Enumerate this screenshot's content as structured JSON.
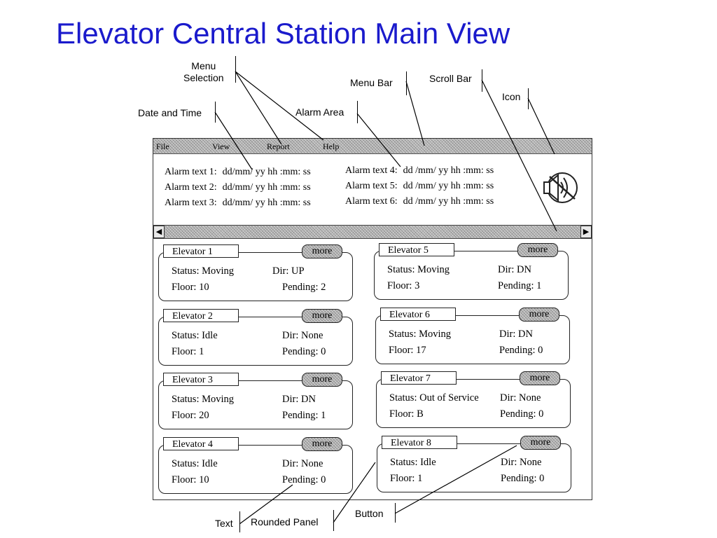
{
  "title": "Elevator Central Station Main View",
  "callouts": {
    "menu_selection": "Menu\nSelection",
    "menu_bar": "Menu Bar",
    "scroll_bar": "Scroll Bar",
    "icon": "Icon",
    "date_and_time": "Date and Time",
    "alarm_area": "Alarm Area",
    "text": "Text",
    "rounded_panel": "Rounded Panel",
    "button": "Button"
  },
  "menu": {
    "file": "File",
    "view": "View",
    "report": "Report",
    "help": "Help"
  },
  "alarms": [
    {
      "label": "Alarm text 1:",
      "timestamp": "dd/mm/ yy hh :mm: ss"
    },
    {
      "label": "Alarm text 2:",
      "timestamp": "dd/mm/ yy hh :mm: ss"
    },
    {
      "label": "Alarm text 3:",
      "timestamp": "dd/mm/ yy hh :mm: ss"
    },
    {
      "label": "Alarm text 4:",
      "timestamp": "dd /mm/ yy hh :mm: ss"
    },
    {
      "label": "Alarm text 5:",
      "timestamp": "dd /mm/ yy hh :mm: ss"
    },
    {
      "label": "Alarm text 6:",
      "timestamp": "dd /mm/ yy hh :mm: ss"
    }
  ],
  "icons": {
    "alarm_icon": "speaker-icon",
    "scroll_left": "arrow-left-icon",
    "scroll_right": "arrow-right-icon"
  },
  "more_label": "more",
  "elevators": [
    {
      "name": "Elevator 1",
      "status": "Status: Moving",
      "dir": "Dir: UP",
      "floor": "Floor: 10",
      "pending": "Pending: 2"
    },
    {
      "name": "Elevator 2",
      "status": "Status: Idle",
      "dir": "Dir: None",
      "floor": "Floor: 1",
      "pending": "Pending: 0"
    },
    {
      "name": "Elevator 3",
      "status": "Status: Moving",
      "dir": "Dir: DN",
      "floor": "Floor: 20",
      "pending": "Pending: 1"
    },
    {
      "name": "Elevator 4",
      "status": "Status: Idle",
      "dir": "Dir: None",
      "floor": "Floor: 10",
      "pending": "Pending: 0"
    },
    {
      "name": "Elevator 5",
      "status": "Status: Moving",
      "dir": "Dir: DN",
      "floor": "Floor: 3",
      "pending": "Pending: 1"
    },
    {
      "name": "Elevator 6",
      "status": "Status: Moving",
      "dir": "Dir: DN",
      "floor": "Floor: 17",
      "pending": "Pending: 0"
    },
    {
      "name": "Elevator 7",
      "status": "Status: Out of Service",
      "dir": "Dir: None",
      "floor": "Floor: B",
      "pending": "Pending: 0"
    },
    {
      "name": "Elevator 8",
      "status": "Status: Idle",
      "dir": "Dir: None",
      "floor": "Floor: 1",
      "pending": "Pending: 0"
    }
  ],
  "colors": {
    "title": "#1a1acc",
    "frame": "#222222",
    "hatch": "#c9c9c9"
  }
}
